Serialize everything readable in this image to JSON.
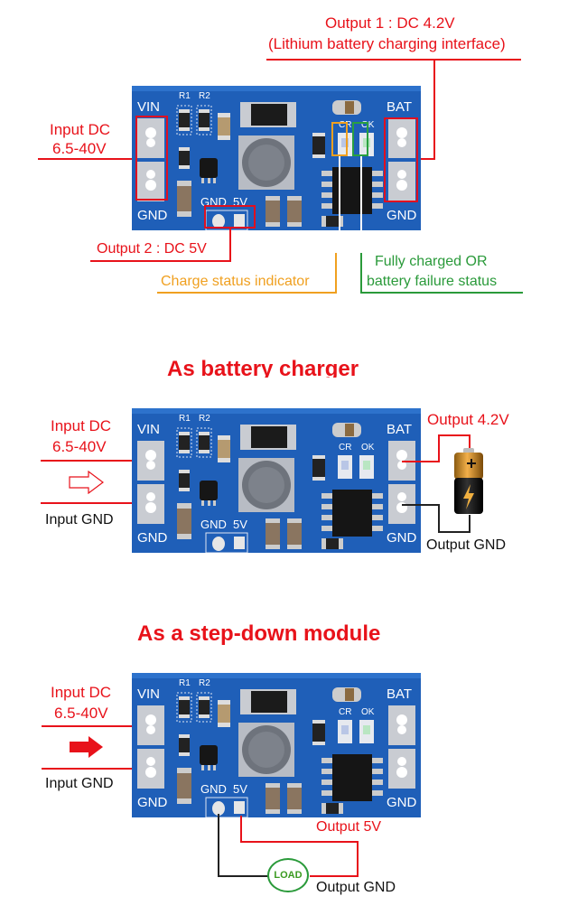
{
  "colors": {
    "label_red": "#e8121a",
    "label_orange": "#f0a020",
    "label_green": "#2a9a3a",
    "pcb_blue": "#1f5fb8"
  },
  "pcb_silkscreen": {
    "vin": "VIN",
    "gnd_left": "GND",
    "bat": "BAT",
    "gnd_right": "GND",
    "r1": "R1",
    "r2": "R2",
    "cr": "CR",
    "ok": "OK",
    "out_gnd": "GND",
    "out_5v": "5V"
  },
  "section1": {
    "output1_line1": "Output 1 : DC 4.2V",
    "output1_line2": "(Lithium battery charging interface)",
    "input_line1": "Input DC",
    "input_line2": "6.5-40V",
    "output2": "Output 2 : DC 5V",
    "charge_status": "Charge status indicator",
    "full_line1": "Fully charged OR",
    "full_line2": "battery failure status"
  },
  "section2": {
    "heading": "As battery charger",
    "input_line1": "Input DC",
    "input_line2": "6.5-40V",
    "input_gnd": "Input GND",
    "output_v": "Output 4.2V",
    "output_gnd": "Output GND",
    "arrow_icon": "outline-arrow-right-icon",
    "battery_icon": "battery-icon"
  },
  "section3": {
    "heading": "As a step-down module",
    "input_line1": "Input DC",
    "input_line2": "6.5-40V",
    "input_gnd": "Input GND",
    "output_v": "Output 5V",
    "output_gnd": "Output GND",
    "load_label": "LOAD",
    "arrow_icon": "solid-arrow-right-icon"
  }
}
